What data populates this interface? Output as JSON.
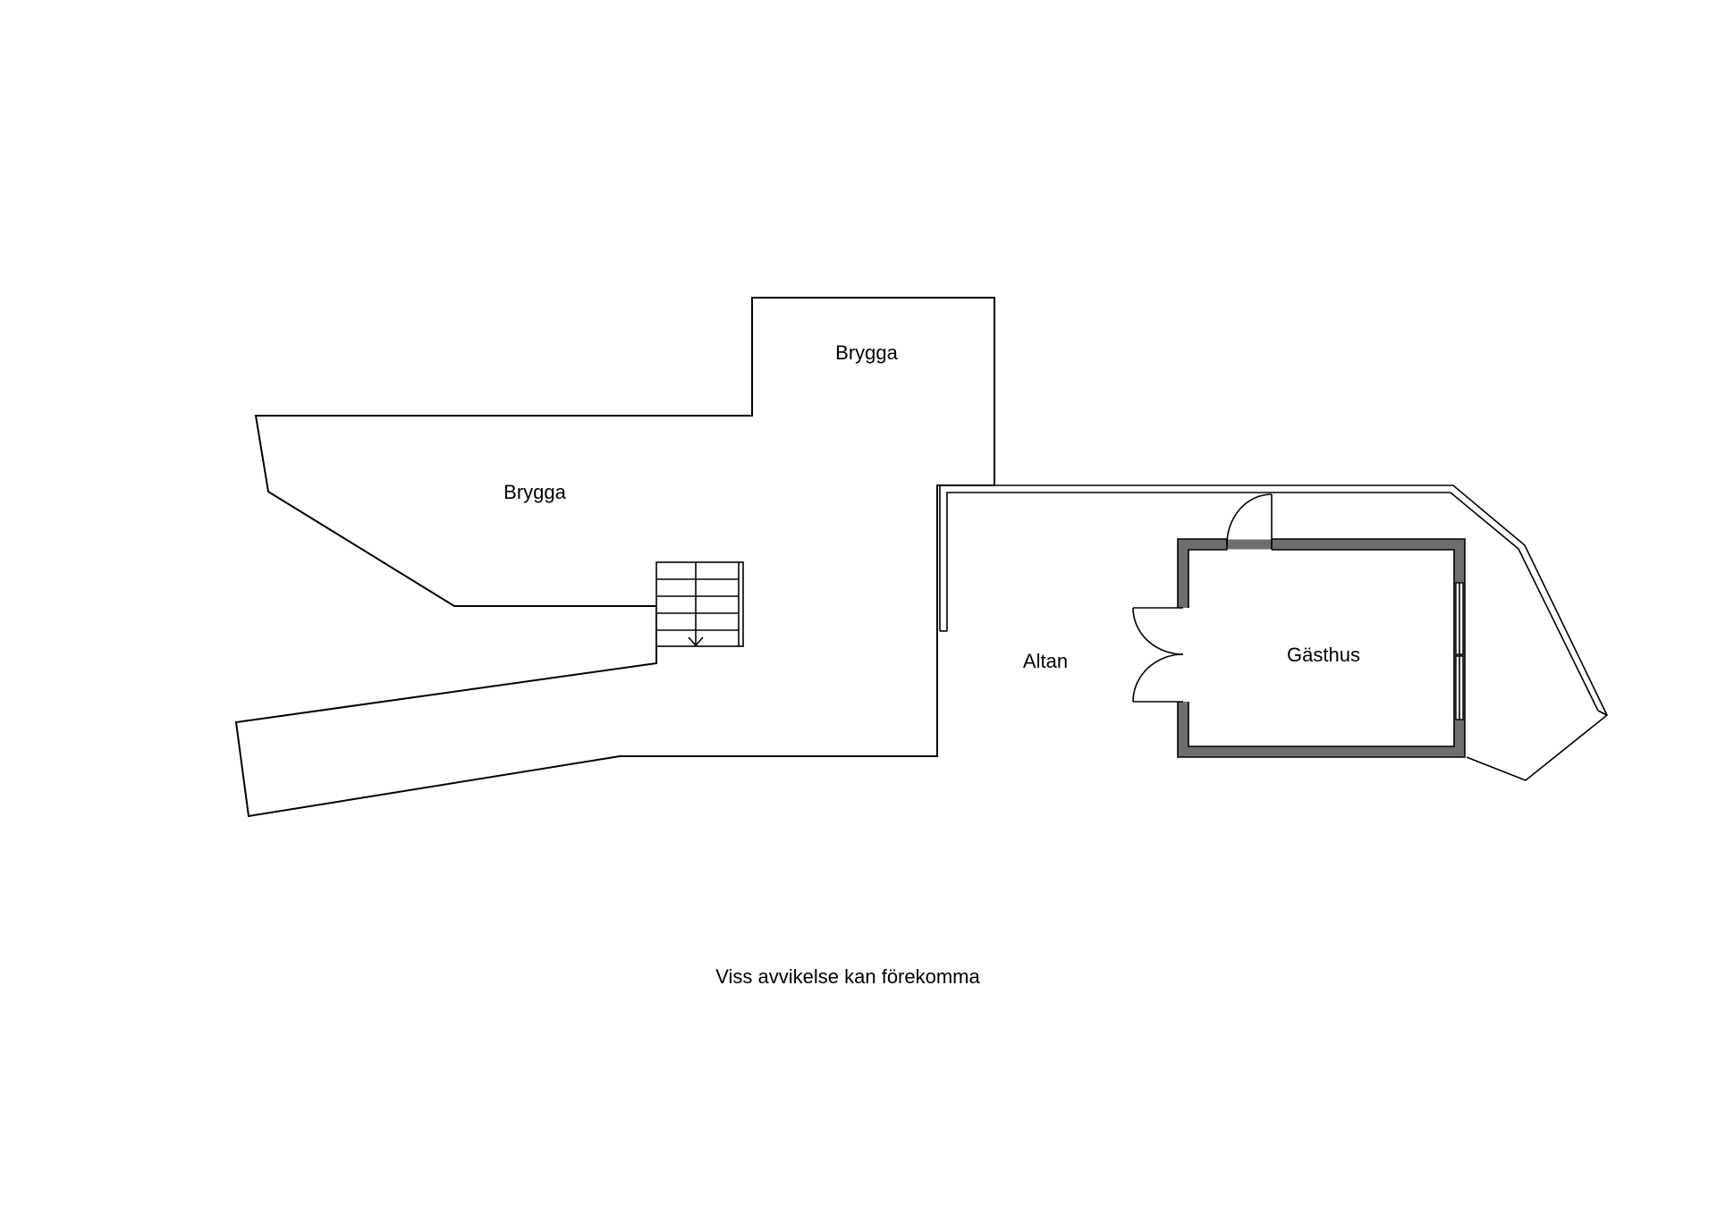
{
  "rooms": {
    "brygga_north": "Brygga",
    "brygga_west": "Brygga",
    "altan": "Altan",
    "gasthus": "Gästhus"
  },
  "footer": {
    "disclaimer": "Viss avvikelse kan förekomma"
  }
}
